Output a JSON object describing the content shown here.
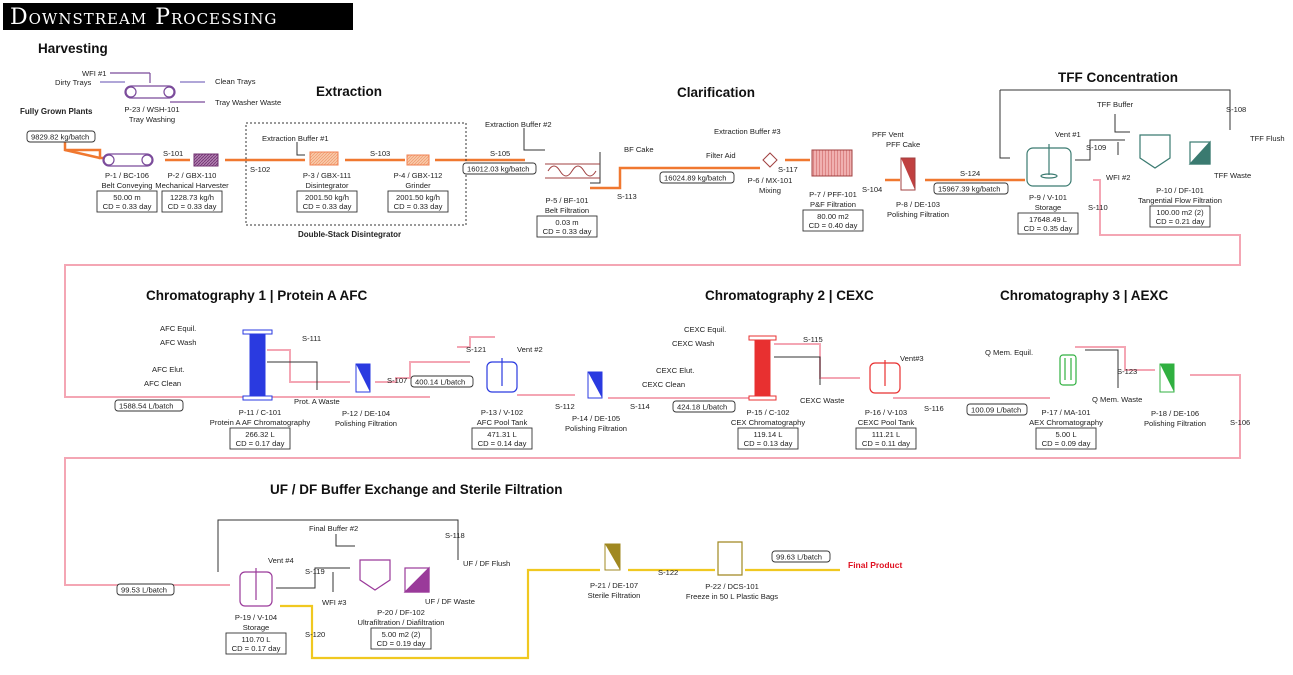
{
  "title": "Downstream Processing",
  "sections": {
    "harvesting": "Harvesting",
    "extraction": "Extraction",
    "clarification": "Clarification",
    "tff": "TFF Concentration",
    "chrom1": "Chromatography 1 | Protein A AFC",
    "chrom2": "Chromatography 2 | CEXC",
    "chrom3": "Chromatography 3 | AEXC",
    "ufdf": "UF / DF Buffer Exchange and Sterile Filtration"
  },
  "groups": {
    "double_stack": "Double-Stack Disintegrator"
  },
  "colors": {
    "orange_stream": "#f07830",
    "pink_stream": "#f4a6b4",
    "yellow_stream": "#f0c820",
    "purple_unit": "#9a3a9a",
    "blue_unit": "#2a3ae0",
    "red_unit": "#e83030",
    "green_unit": "#30b040",
    "teal_unit": "#3a7a70",
    "olive_unit": "#a08820",
    "final_product": "#e01020"
  },
  "units": [
    {
      "id": "P-23 / WSH-101",
      "name": "Tray Washing"
    },
    {
      "id": "P-1 / BC-106",
      "name": "Belt Conveying",
      "size": "50.00 m",
      "cd": "CD = 0.33 day"
    },
    {
      "id": "P-2 / GBX-110",
      "name": "Mechanical Harvester",
      "size": "1228.73 kg/h",
      "cd": "CD = 0.33 day"
    },
    {
      "id": "P-3 / GBX-111",
      "name": "Disintegrator",
      "size": "2001.50 kg/h",
      "cd": "CD = 0.33 day"
    },
    {
      "id": "P-4 / GBX-112",
      "name": "Grinder",
      "size": "2001.50 kg/h",
      "cd": "CD = 0.33 day"
    },
    {
      "id": "P-5 / BF-101",
      "name": "Belt Filtration",
      "size": "0.03 m",
      "cd": "CD = 0.33 day"
    },
    {
      "id": "P-6 / MX-101",
      "name": "Mixing"
    },
    {
      "id": "P-7 / PFF-101",
      "name": "P&F Filtration",
      "size": "80.00 m2",
      "cd": "CD = 0.40 day"
    },
    {
      "id": "P-8 / DE-103",
      "name": "Polishing Filtration"
    },
    {
      "id": "P-9 / V-101",
      "name": "Storage",
      "size": "17648.49 L",
      "cd": "CD = 0.35 day"
    },
    {
      "id": "P-10 / DF-101",
      "name": "Tangential Flow Filtration",
      "size": "100.00 m2  (2)",
      "cd": "CD = 0.21 day"
    },
    {
      "id": "P-11 / C-101",
      "name": "Protein A AF Chromatography",
      "size": "266.32 L",
      "cd": "CD = 0.17 day"
    },
    {
      "id": "P-12 / DE-104",
      "name": "Polishing Filtration"
    },
    {
      "id": "P-13 / V-102",
      "name": "AFC Pool Tank",
      "size": "471.31 L",
      "cd": "CD = 0.14 day"
    },
    {
      "id": "P-14 / DE-105",
      "name": "Polishing Filtration"
    },
    {
      "id": "P-15 / C-102",
      "name": "CEX Chromatography",
      "size": "119.14 L",
      "cd": "CD = 0.13 day"
    },
    {
      "id": "P-16 / V-103",
      "name": "CEXC Pool Tank",
      "size": "111.21 L",
      "cd": "CD = 0.11 day"
    },
    {
      "id": "P-17 / MA-101",
      "name": "AEX Chromatography",
      "size": "5.00 L",
      "cd": "CD = 0.09 day"
    },
    {
      "id": "P-18 / DE-106",
      "name": "Polishing Filtration"
    },
    {
      "id": "P-19 / V-104",
      "name": "Storage",
      "size": "110.70 L",
      "cd": "CD = 0.17 day"
    },
    {
      "id": "P-20 / DF-102",
      "name": "Ultrafiltration / Diafiltration",
      "size": "5.00 m2  (2)",
      "cd": "CD = 0.19 day"
    },
    {
      "id": "P-21 / DE-107",
      "name": "Sterile Filtration"
    },
    {
      "id": "P-22 / DCS-101",
      "name": "Freeze in 50 L Plastic Bags"
    }
  ],
  "flow_tags": [
    "9829.82 kg/batch",
    "16012.03 kg/batch",
    "16024.89 kg/batch",
    "15967.39 kg/batch",
    "1588.54 L/batch",
    "400.14 L/batch",
    "424.18 L/batch",
    "100.09 L/batch",
    "99.53 L/batch",
    "99.63 L/batch"
  ],
  "streams": [
    "S-101",
    "S-102",
    "S-103",
    "S-105",
    "S-113",
    "S-117",
    "S-104",
    "S-124",
    "S-109",
    "S-108",
    "S-110",
    "S-111",
    "S-107",
    "S-121",
    "S-112",
    "S-114",
    "S-115",
    "S-116",
    "S-123",
    "S-106",
    "S-118",
    "S-119",
    "S-120",
    "S-122"
  ],
  "ports": {
    "wfi1": "WFI #1",
    "dirty_trays": "Dirty Trays",
    "clean_trays": "Clean Trays",
    "tray_waste": "Tray Washer Waste",
    "plants": "Fully Grown Plants",
    "ext_buf1": "Extraction Buffer #1",
    "ext_buf2": "Extraction Buffer #2",
    "bf_cake": "BF Cake",
    "ext_buf3": "Extraction Buffer #3",
    "filter_aid": "Filter Aid",
    "pff_vent": "PFF Vent",
    "pff_cake": "PFF Cake",
    "vent1": "Vent #1",
    "tff_buffer": "TFF Buffer",
    "wfi2": "WFI #2",
    "tff_flush": "TFF Flush",
    "tff_waste": "TFF Waste",
    "afc_equil": "AFC Equil.",
    "afc_wash": "AFC Wash",
    "afc_elut": "AFC Elut.",
    "afc_clean": "AFC Clean",
    "prot_waste": "Prot. A Waste",
    "vent2": "Vent #2",
    "cexc_equil": "CEXC Equil.",
    "cexc_wash": "CEXC Wash",
    "cexc_elut": "CEXC Elut.",
    "cexc_clean": "CEXC Clean",
    "cexc_waste": "CEXC Waste",
    "vent3": "Vent#3",
    "q_equil": "Q Mem. Equil.",
    "q_waste": "Q Mem. Waste",
    "final_buf2": "Final Buffer #2",
    "vent4": "Vent #4",
    "wfi3": "WFI #3",
    "ufdf_flush": "UF / DF Flush",
    "ufdf_waste": "UF / DF Waste",
    "final_product": "Final Product"
  }
}
